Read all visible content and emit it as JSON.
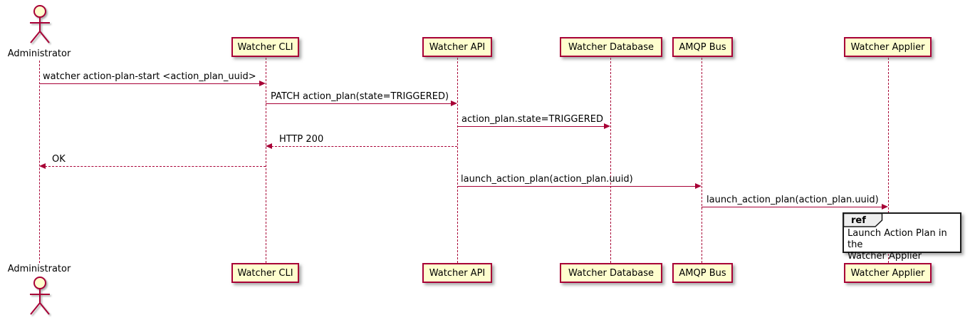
{
  "diagram_type": "uml-sequence-diagram",
  "actor": {
    "name": "Administrator"
  },
  "participants": [
    {
      "label": "Watcher CLI"
    },
    {
      "label": "Watcher API"
    },
    {
      "label": "Watcher Database"
    },
    {
      "label": "AMQP Bus"
    },
    {
      "label": "Watcher Applier"
    }
  ],
  "messages": [
    {
      "from": "Administrator",
      "to": "Watcher CLI",
      "label": "watcher action-plan-start <action_plan_uuid>",
      "style": "solid",
      "direction": "right"
    },
    {
      "from": "Watcher CLI",
      "to": "Watcher API",
      "label": "PATCH action_plan(state=TRIGGERED)",
      "style": "solid",
      "direction": "right"
    },
    {
      "from": "Watcher API",
      "to": "Watcher Database",
      "label": "action_plan.state=TRIGGERED",
      "style": "solid",
      "direction": "right"
    },
    {
      "from": "Watcher API",
      "to": "Watcher CLI",
      "label": "HTTP 200",
      "style": "dashed",
      "direction": "left"
    },
    {
      "from": "Watcher CLI",
      "to": "Administrator",
      "label": "OK",
      "style": "dashed",
      "direction": "left"
    },
    {
      "from": "Watcher API",
      "to": "AMQP Bus",
      "label": "launch_action_plan(action_plan.uuid)",
      "style": "solid",
      "direction": "right"
    },
    {
      "from": "AMQP Bus",
      "to": "Watcher Applier",
      "label": "launch_action_plan(action_plan.uuid)",
      "style": "solid",
      "direction": "right"
    }
  ],
  "ref": {
    "keyword": "ref",
    "text": "Launch Action Plan in the\nWatcher Applier",
    "over": "Watcher Applier"
  },
  "colors": {
    "line": "#A80036",
    "participant_fill": "#FEFECE",
    "text": "#000000",
    "ref_header_fill": "#EEEEEE",
    "ref_border": "#1A1A1A",
    "background": "#FFFFFF"
  }
}
